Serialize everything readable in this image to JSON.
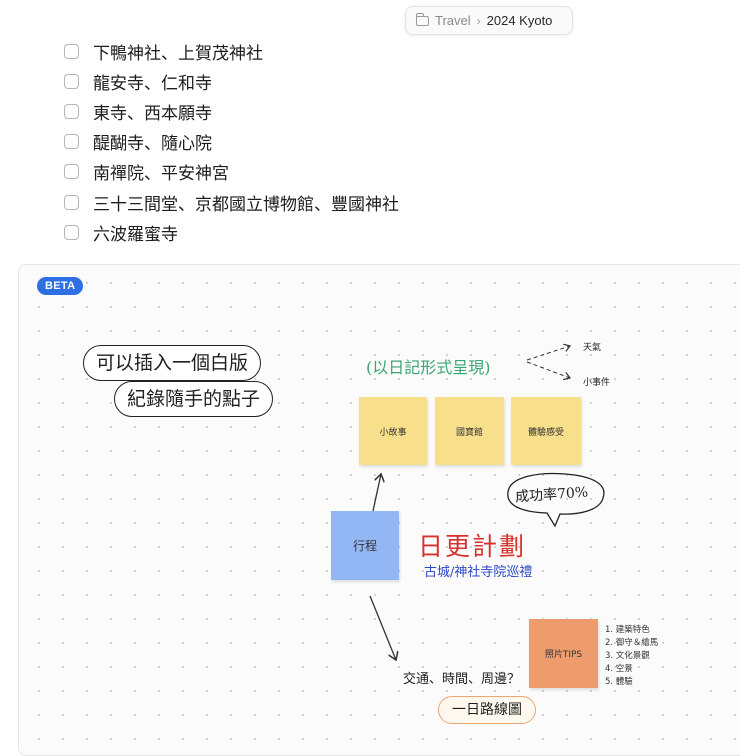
{
  "breadcrumb": {
    "parent": "Travel",
    "current": "2024 Kyoto"
  },
  "todo_items": [
    "下鴨神社、上賀茂神社",
    "龍安寺、仁和寺",
    "東寺、西本願寺",
    "醍醐寺、隨心院",
    "南禪院、平安神宮",
    "三十三間堂、京都國立博物館、豐國神社",
    "六波羅蜜寺"
  ],
  "whiteboard": {
    "badge": "BETA",
    "pill_line1": "可以插入一個白版",
    "pill_line2": "紀錄隨手的點子",
    "handwriting_green": "(以日記形式呈現)",
    "branch_1": "天氣",
    "branch_2": "小事件",
    "sticky_1": "小故事",
    "sticky_2": "國寶館",
    "sticky_3": "體驗感受",
    "bubble": "成功率70%",
    "itinerary": "行程",
    "day_plan": "日更計劃",
    "day_plan_sub": "古城/神社寺院巡禮",
    "transport": "交通、時間、周邊？",
    "photo_tips": "照片TIPS",
    "tips_list": [
      "1. 建築特色",
      "2. 御守＆繪馬",
      "3. 文化景觀",
      "4. 空景",
      "5. 體驗"
    ],
    "route_map": "一日路線圖"
  },
  "colors": {
    "badge": "#2f6fe4",
    "sticky_yellow": "#f8df8c",
    "sticky_blue": "#93b7f5",
    "sticky_orange": "#ee9c6d",
    "hand_green": "#3aa673",
    "hand_red": "#d8322d",
    "hand_blue": "#2c48c9"
  },
  "icons": {
    "folder": "folder-icon",
    "chevron": "chevron-right-icon",
    "checkbox": "checkbox-icon"
  }
}
